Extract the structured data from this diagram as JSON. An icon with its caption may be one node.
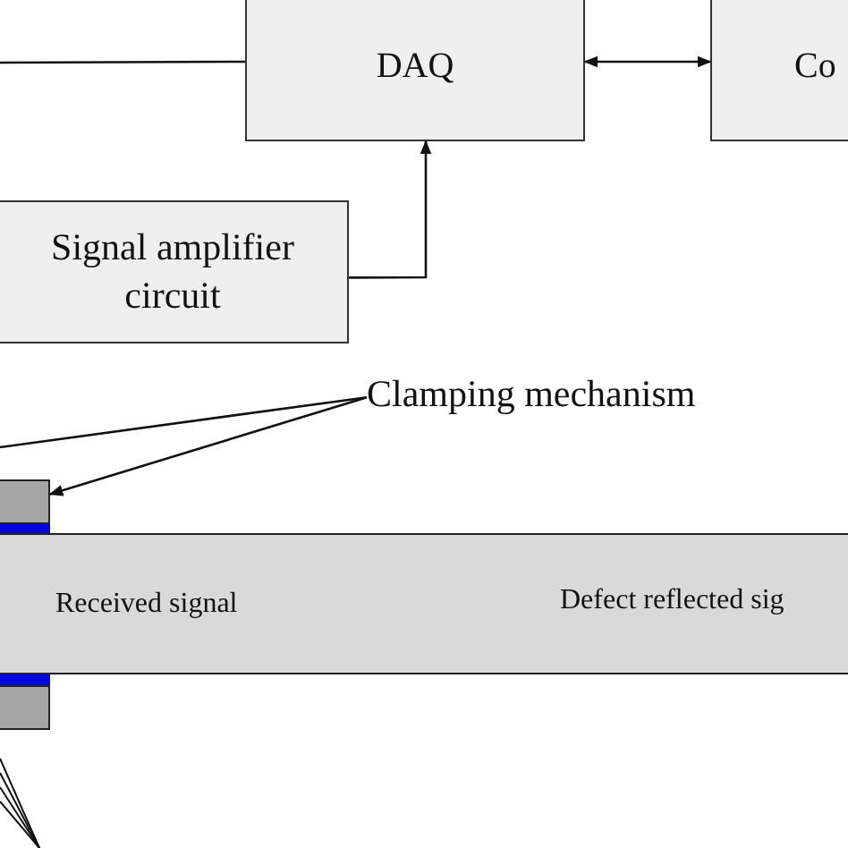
{
  "diagram": {
    "nodes": [
      {
        "text": [
          "DAQ"
        ]
      },
      {
        "text": [
          "Co"
        ]
      },
      {
        "text": [
          "Signal amplifier circuit"
        ]
      },
      {
        "text": [
          "Clamping mechanism"
        ]
      },
      {
        "text": [],
        "shape": "box"
      },
      {
        "text": [],
        "shape": "box"
      },
      {
        "text": [
          "Received signal",
          "Defect reflected sig"
        ]
      }
    ],
    "edges": [
      {
        "from": 0,
        "to": null,
        "arrow": "none"
      },
      {
        "from": 0,
        "to": 1,
        "arrow": "both"
      },
      {
        "from": 2,
        "to": 0,
        "arrow": "to"
      },
      {
        "from": 3,
        "to": null,
        "arrow": "none"
      },
      {
        "from": 3,
        "to": 4,
        "arrow": "to"
      }
    ]
  }
}
